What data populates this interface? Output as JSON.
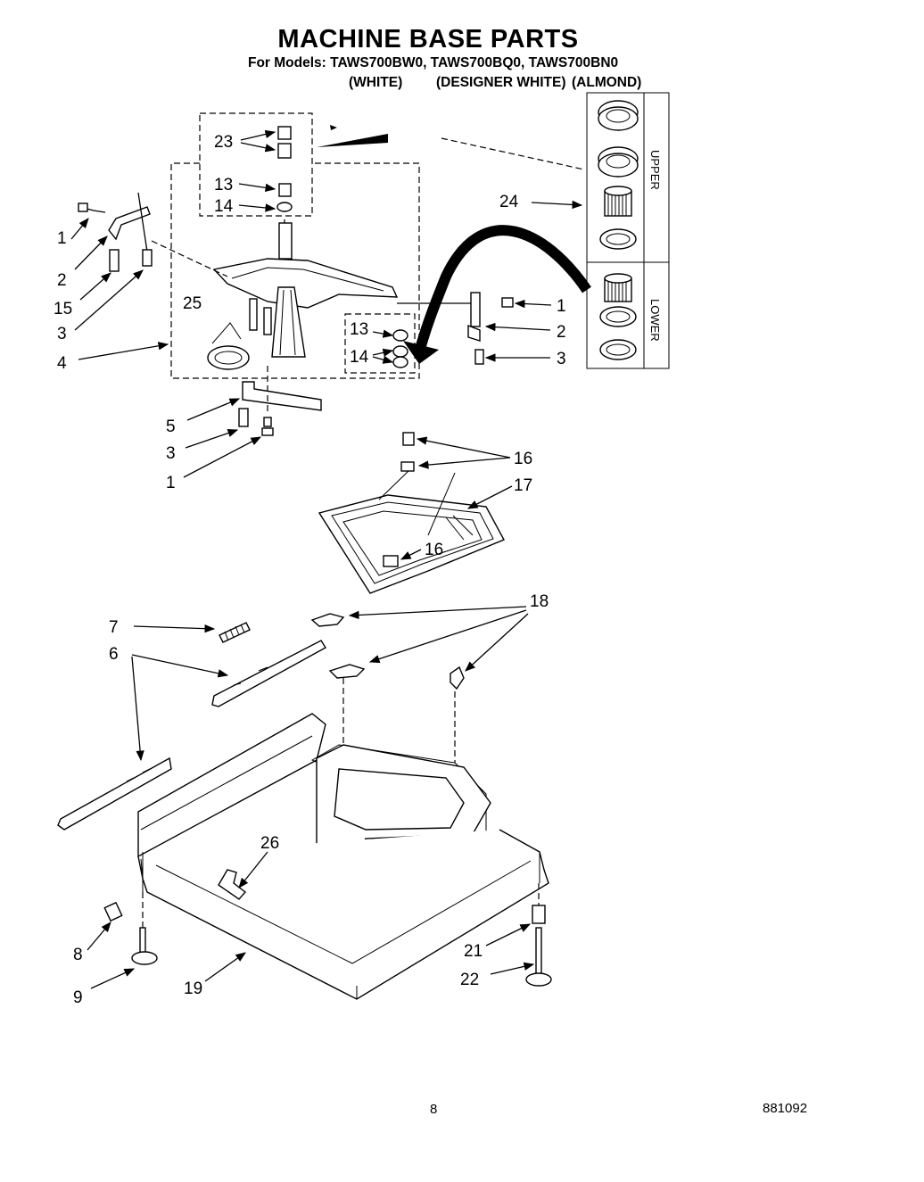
{
  "header": {
    "title": "MACHINE BASE PARTS",
    "models_line": "For Models: TAWS700BW0, TAWS700BQ0, TAWS700BN0",
    "variants": [
      "(WHITE)",
      "(DESIGNER WHITE)",
      "(ALMOND)"
    ]
  },
  "callouts": {
    "c1a": "1",
    "c2a": "2",
    "c15": "15",
    "c3a": "3",
    "c4": "4",
    "c23": "23",
    "c13a": "13",
    "c14a": "14",
    "c25": "25",
    "c13b": "13",
    "c14b": "14",
    "c24": "24",
    "c1b": "1",
    "c2b": "2",
    "c3b": "3",
    "c5": "5",
    "c3c": "3",
    "c1c": "1",
    "c16a": "16",
    "c17": "17",
    "c16b": "16",
    "c7": "7",
    "c6": "6",
    "c18": "18",
    "c26": "26",
    "c8": "8",
    "c9": "9",
    "c19": "19",
    "c21": "21",
    "c22": "22"
  },
  "side_labels": {
    "upper": "UPPER",
    "lower": "LOWER"
  },
  "footer": {
    "page_number": "8",
    "figure_id": "881092"
  }
}
